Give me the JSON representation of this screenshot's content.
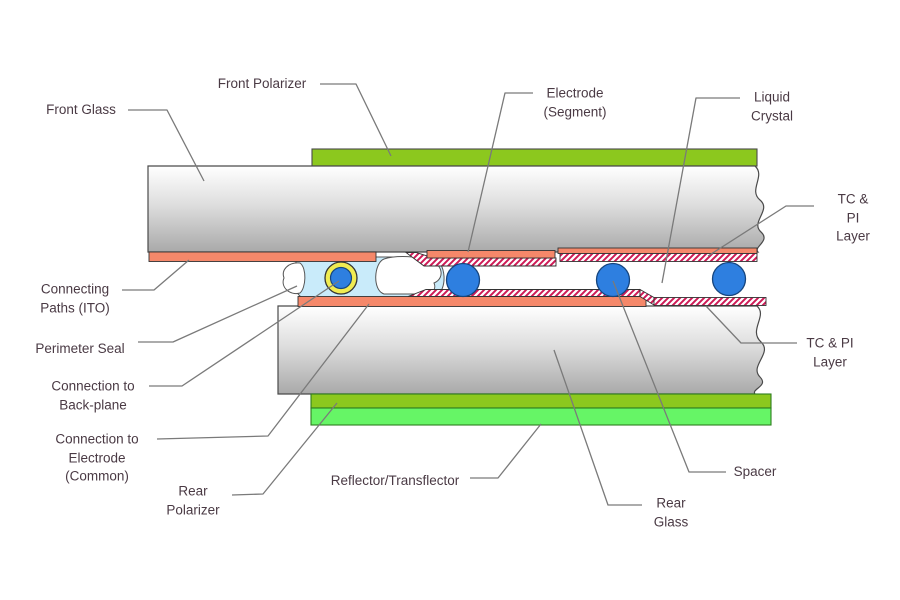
{
  "labels": {
    "front_glass": "Front Glass",
    "front_polarizer": "Front Polarizer",
    "electrode_segment": "Electrode\n(Segment)",
    "liquid_crystal": "Liquid\nCrystal",
    "tc_pi_upper": "TC & PI\nLayer",
    "tc_pi_lower": "TC & PI\nLayer",
    "connecting_paths": "Connecting\nPaths (ITO)",
    "perimeter_seal": "Perimeter Seal",
    "connection_backplane": "Connection to\nBack-plane",
    "connection_electrode": "Connection to\nElectrode\n(Common)",
    "rear_polarizer": "Rear\nPolarizer",
    "reflector": "Reflector/Transflector",
    "rear_glass": "Rear\nGlass",
    "spacer": "Spacer"
  },
  "colors": {
    "polarizer_green": "#8CC81E",
    "reflector_green": "#66F566",
    "ito_salmon": "#F5886A",
    "hatch_stripe": "#CE1A56",
    "spacer_blue": "#2E7FE0",
    "seal_blue": "#C9EBFA",
    "ring_yellow": "#F0EC52",
    "leader_gray": "#7A7A7A",
    "label_text": "#4A3A44",
    "outline_dark": "#4A4A4A",
    "green_border": "#2E7D1F",
    "glass_light": "#FFFFFF",
    "glass_dark": "#A9A9A9"
  }
}
